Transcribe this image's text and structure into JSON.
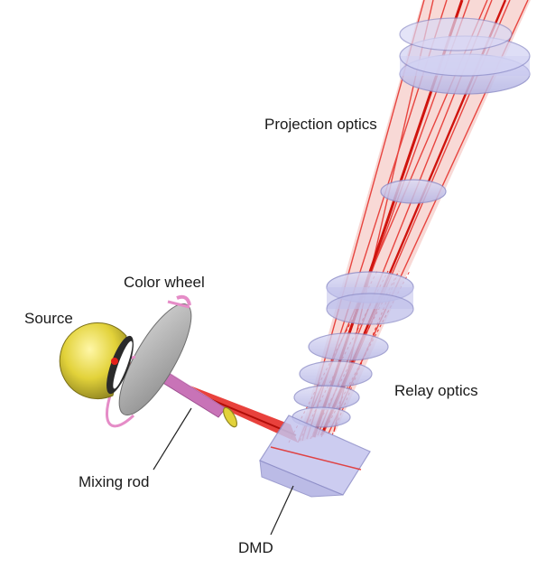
{
  "labels": {
    "projection_optics": "Projection optics",
    "color_wheel": "Color wheel",
    "source": "Source",
    "relay_optics": "Relay optics",
    "mixing_rod": "Mixing rod",
    "dmd": "DMD"
  },
  "colors": {
    "lens_fill": "#c9c9f0",
    "lens_stroke": "#8e8ec8",
    "beam": "#e4201a",
    "source_yellow": "#e2d23a",
    "wheel_gray": "#a8a8a8",
    "wheel_pink": "#e58cc7",
    "rod": "#c873b7",
    "dmd_fill": "#c4c4ee"
  }
}
